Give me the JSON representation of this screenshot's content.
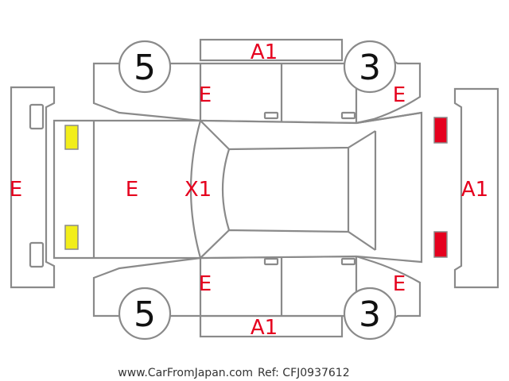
{
  "colors": {
    "damage_code": "#e5001e",
    "front_lamp": "#f2ee1a",
    "rear_lamp": "#e5001e",
    "outline": "#8a8a8a"
  },
  "markings": {
    "front_bumper": "E",
    "hood": "E",
    "windshield": "X1",
    "rear_bumper": "A1",
    "left_rocker": "A1",
    "right_rocker": "A1",
    "left_front_fender": "E",
    "left_rear_fender": "E",
    "right_front_fender": "E",
    "right_rear_fender": "E"
  },
  "tires": {
    "front_left": "5",
    "rear_left": "3",
    "front_right": "5",
    "rear_right": "3"
  },
  "footer": {
    "site": "www.CarFromJapan.com",
    "ref": "Ref: CFJ0937612"
  }
}
